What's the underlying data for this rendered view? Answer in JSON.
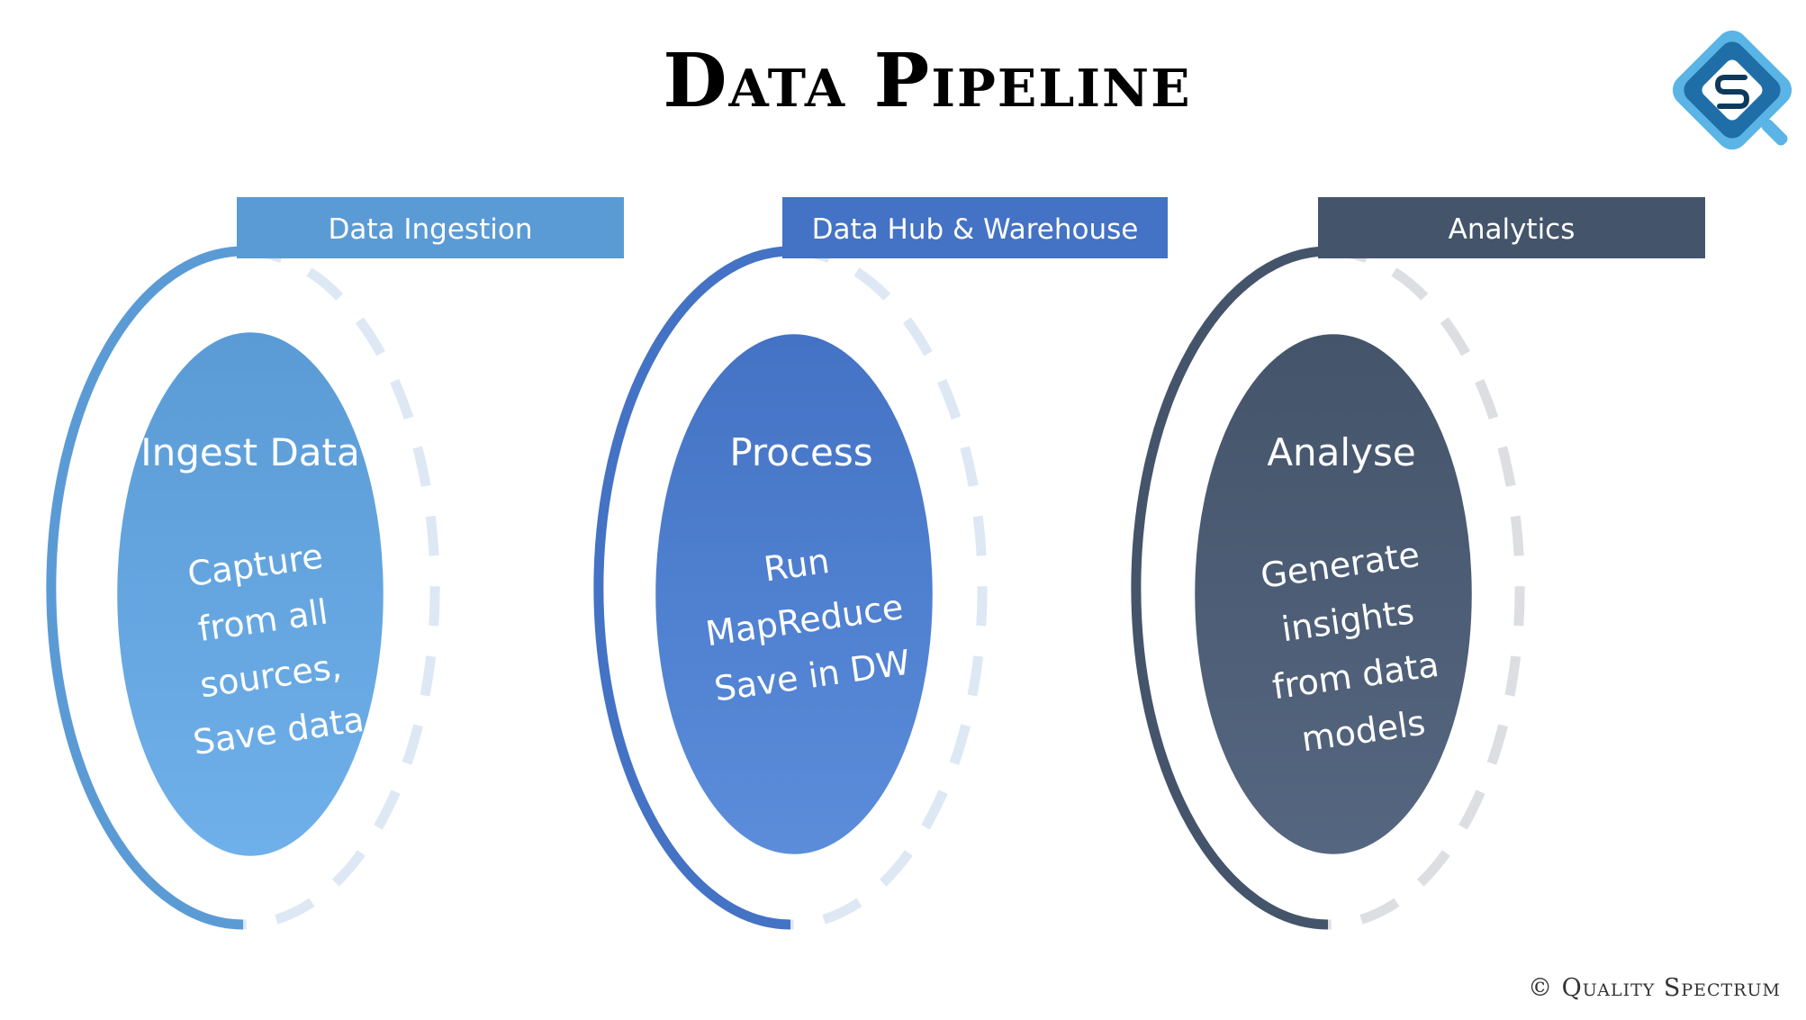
{
  "title": "Data Pipeline",
  "copyright": "© Quality Spectrum",
  "logo": {
    "icon": "quality-spectrum-logo-icon",
    "colors": [
      "#1f6ea8",
      "#5ab4e5",
      "#0d3a5c"
    ]
  },
  "stages": [
    {
      "id": "ingestion",
      "header": "Data Ingestion",
      "heading": "Ingest Data",
      "body": [
        "Capture",
        "from all",
        "sources,",
        "Save data"
      ],
      "color": "#5b9bd5",
      "ellipse_colors": [
        "#5b9bd5",
        "#6fb0ea"
      ],
      "dash_color": "#dde8f4"
    },
    {
      "id": "hub",
      "header": "Data Hub & Warehouse",
      "heading": "Process",
      "body": [
        "Run",
        "MapReduce",
        "Save in DW"
      ],
      "color": "#4472c4",
      "ellipse_colors": [
        "#4472c4",
        "#5b8ddb"
      ],
      "dash_color": "#dde8f4"
    },
    {
      "id": "analytics",
      "header": "Analytics",
      "heading": "Analyse",
      "body": [
        "Generate",
        "insights",
        "from data",
        "models"
      ],
      "color": "#44546a",
      "ellipse_colors": [
        "#44546a",
        "#556680"
      ],
      "dash_color": "#dcdee2"
    }
  ]
}
